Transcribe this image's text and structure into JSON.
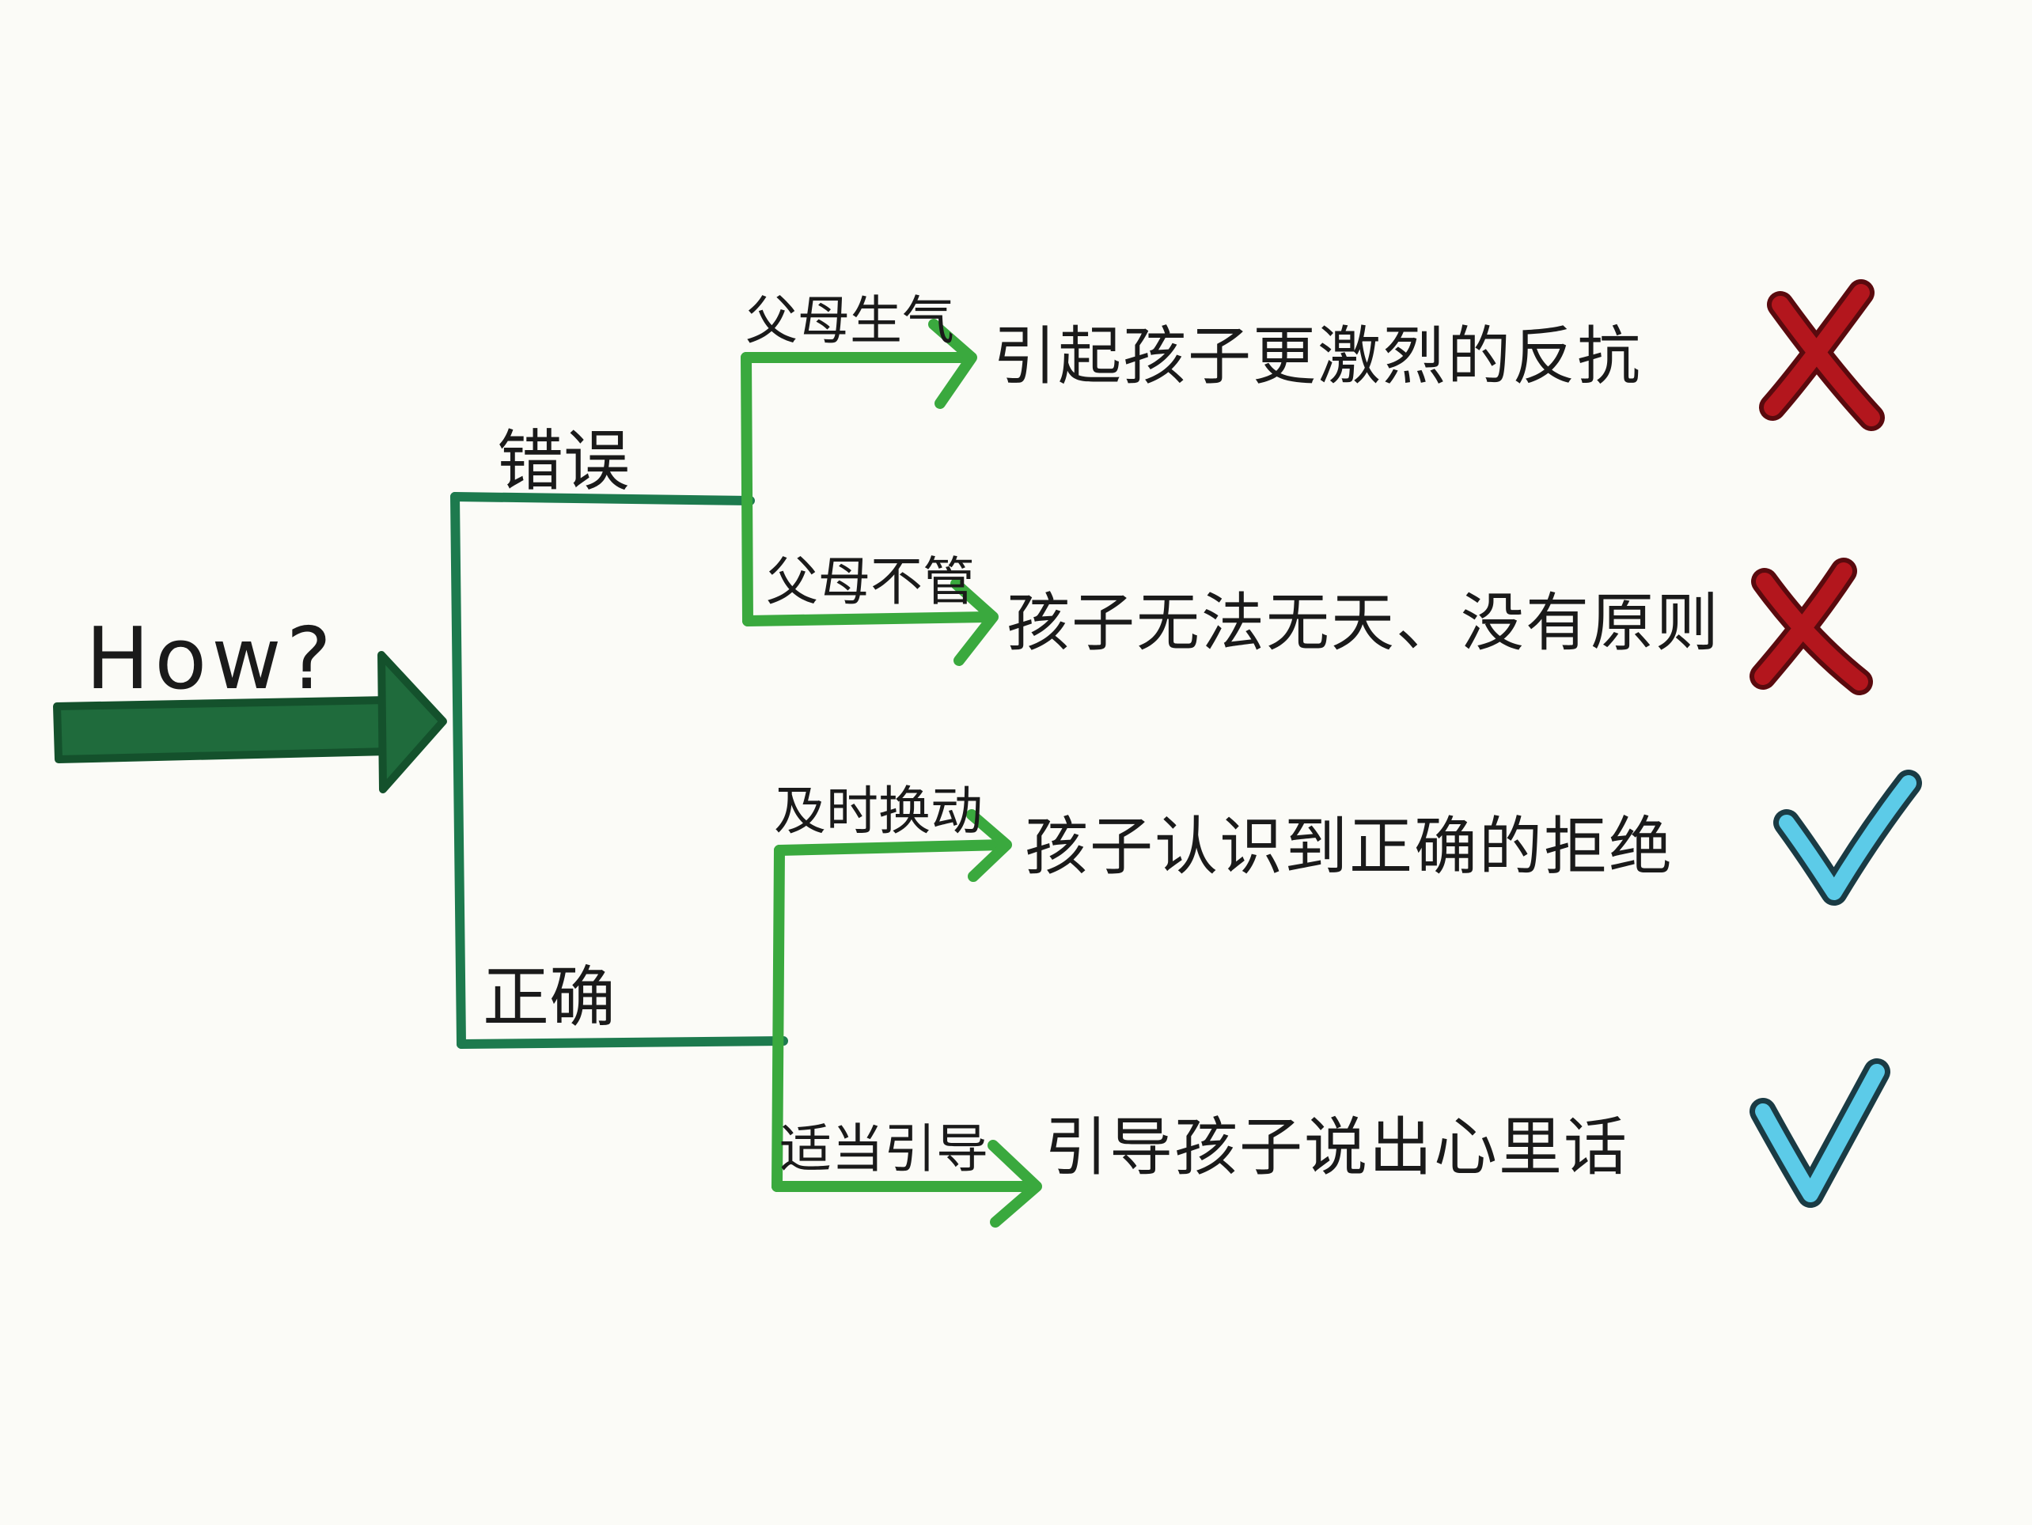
{
  "root": {
    "label": "How?"
  },
  "branches": [
    {
      "label": "错误",
      "children": [
        {
          "label": "父母生气",
          "result": "引起孩子更激烈的反抗",
          "verdict": "wrong"
        },
        {
          "label": "父母不管",
          "result": "孩子无法无天、没有原则",
          "verdict": "wrong"
        }
      ]
    },
    {
      "label": "正确",
      "children": [
        {
          "label": "及时换动",
          "result": "孩子认识到正确的拒绝",
          "verdict": "right"
        },
        {
          "label": "适当引导",
          "result": "引导孩子说出心里话",
          "verdict": "right"
        }
      ]
    }
  ],
  "colors": {
    "background": "#fbfbf7",
    "main_arrow": "#1f6b3c",
    "main_arrow_dark": "#14512c",
    "trunk": "#1d7a4e",
    "branch_line": "#3aa93e",
    "wrong_mark": "#b3161d",
    "right_mark": "#5ccbe8",
    "ink": "#1a1a1a"
  }
}
